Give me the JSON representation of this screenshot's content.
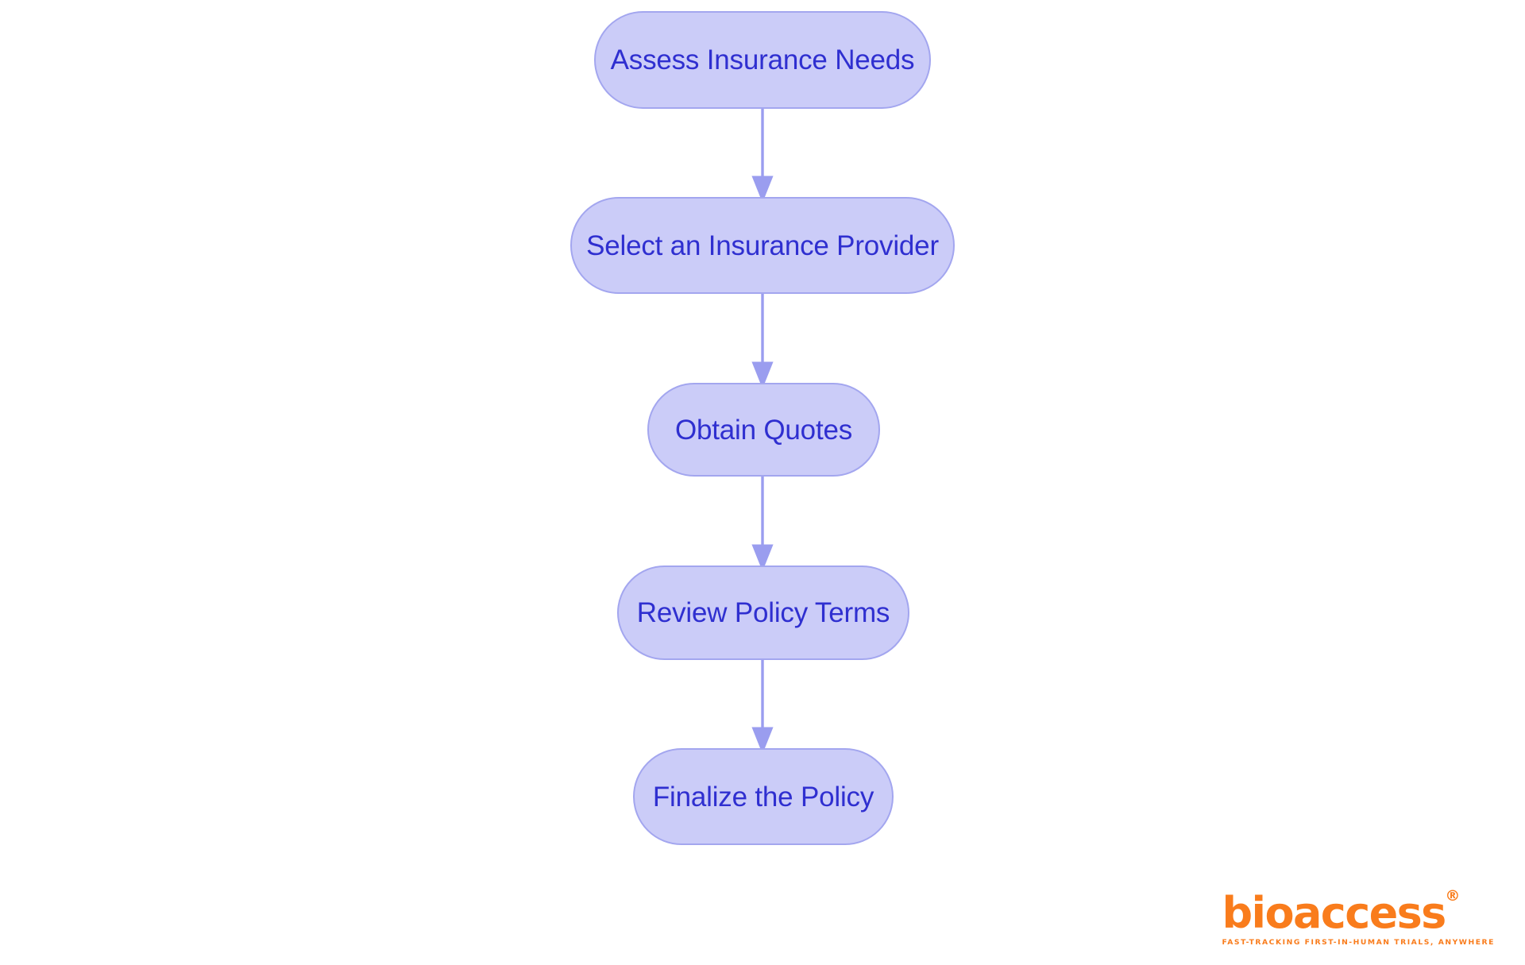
{
  "diagram": {
    "type": "flowchart",
    "orientation": "vertical",
    "background_color": "#ffffff",
    "node_fill_color": "#cbccf8",
    "node_border_color": "#a3a6ef",
    "node_text_color": "#2f2fd0",
    "connector_color": "#9a9def",
    "nodes": [
      {
        "id": "node-1",
        "label": "Assess Insurance Needs",
        "step": 1
      },
      {
        "id": "node-2",
        "label": "Select an Insurance Provider",
        "step": 2
      },
      {
        "id": "node-3",
        "label": "Obtain Quotes",
        "step": 3
      },
      {
        "id": "node-4",
        "label": "Review Policy Terms",
        "step": 4
      },
      {
        "id": "node-5",
        "label": "Finalize the Policy",
        "step": 5
      }
    ],
    "edges": [
      {
        "from": "node-1",
        "to": "node-2",
        "label": ""
      },
      {
        "from": "node-2",
        "to": "node-3",
        "label": ""
      },
      {
        "from": "node-3",
        "to": "node-4",
        "label": ""
      },
      {
        "from": "node-4",
        "to": "node-5",
        "label": ""
      }
    ]
  },
  "branding": {
    "wordmark": "bioaccess",
    "registered_mark": "®",
    "tagline": "FAST-TRACKING FIRST-IN-HUMAN TRIALS, ANYWHERE",
    "color": "#f97c1c"
  }
}
